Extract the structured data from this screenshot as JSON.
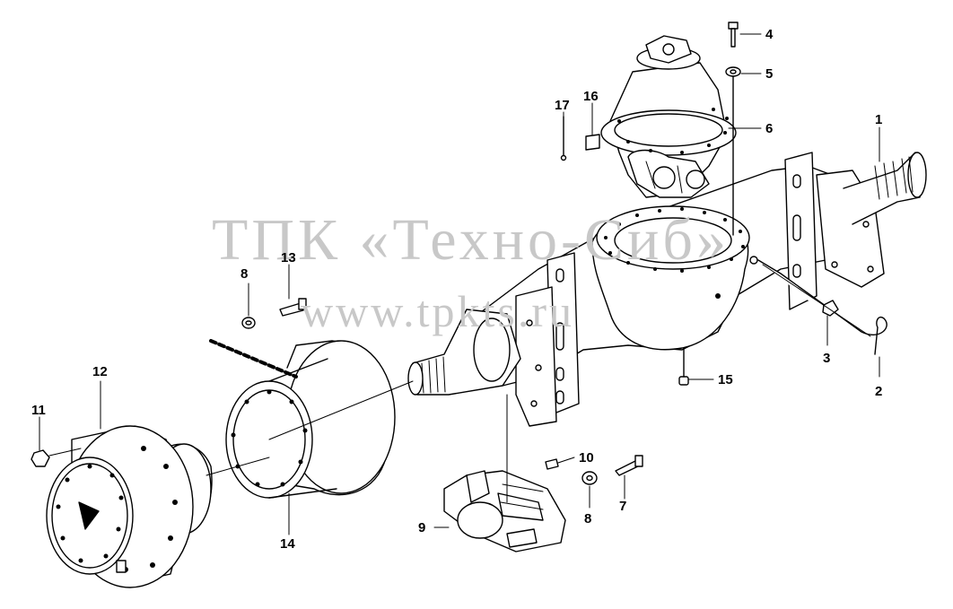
{
  "watermark": {
    "line1": "ТПК «Техно-Сиб»",
    "line2": "www.tpkts.ru"
  },
  "callouts": [
    {
      "id": "c1",
      "text": "1"
    },
    {
      "id": "c2",
      "text": "2"
    },
    {
      "id": "c3",
      "text": "3"
    },
    {
      "id": "c4",
      "text": "4"
    },
    {
      "id": "c5",
      "text": "5"
    },
    {
      "id": "c6",
      "text": "6"
    },
    {
      "id": "c7",
      "text": "7"
    },
    {
      "id": "c8a",
      "text": "8"
    },
    {
      "id": "c8b",
      "text": "8"
    },
    {
      "id": "c9",
      "text": "9"
    },
    {
      "id": "c10",
      "text": "10"
    },
    {
      "id": "c11",
      "text": "11"
    },
    {
      "id": "c12",
      "text": "12"
    },
    {
      "id": "c13",
      "text": "13"
    },
    {
      "id": "c14",
      "text": "14"
    },
    {
      "id": "c15",
      "text": "15"
    },
    {
      "id": "c16",
      "text": "16"
    },
    {
      "id": "c17",
      "text": "17"
    }
  ]
}
